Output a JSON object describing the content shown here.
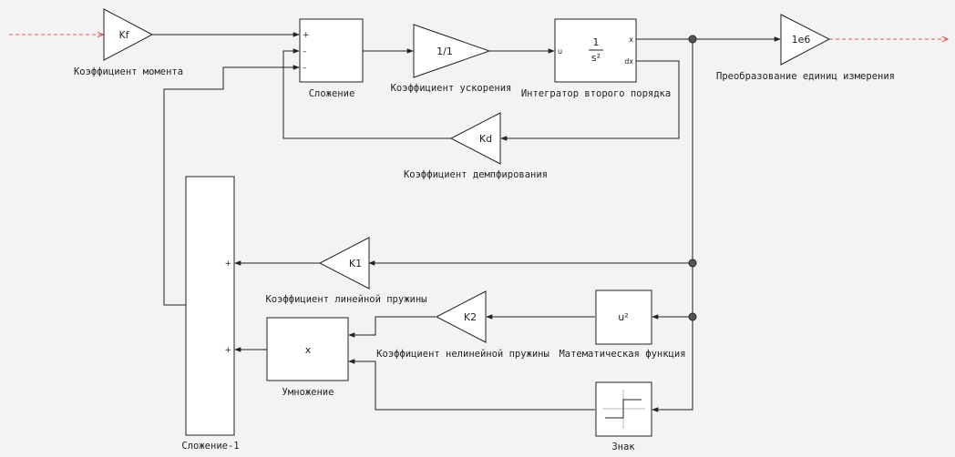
{
  "blocks": {
    "kf_gain": {
      "value": "Kf",
      "label": "Коэффициент момента"
    },
    "sum": {
      "label": "Сложение",
      "signs": [
        "+",
        "–",
        "–"
      ]
    },
    "accel_gain": {
      "value": "1/1",
      "label": "Коэффициент ускорения"
    },
    "integrator": {
      "num": "1",
      "den": "s²",
      "in_port": "u",
      "out_x": "x",
      "out_dx": "dx",
      "label": "Интегратор второго порядка"
    },
    "convert_gain": {
      "value": "1e6",
      "label": "Преобразование единиц измерения"
    },
    "damping_gain": {
      "value": "Kd",
      "label": "Коэффициент демпфирования"
    },
    "sum1": {
      "label": "Сложение-1",
      "signs": [
        "+",
        "+"
      ]
    },
    "k1_gain": {
      "value": "K1",
      "label": "Коэффициент линейной пружины"
    },
    "k2_gain": {
      "value": "K2",
      "label": "Коэффициент нелинейной пружины"
    },
    "math_fn": {
      "value": "u²",
      "label": "Математическая функция"
    },
    "multiply": {
      "value": "x",
      "label": "Умножение"
    },
    "sign_fn": {
      "label": "Знак"
    }
  }
}
